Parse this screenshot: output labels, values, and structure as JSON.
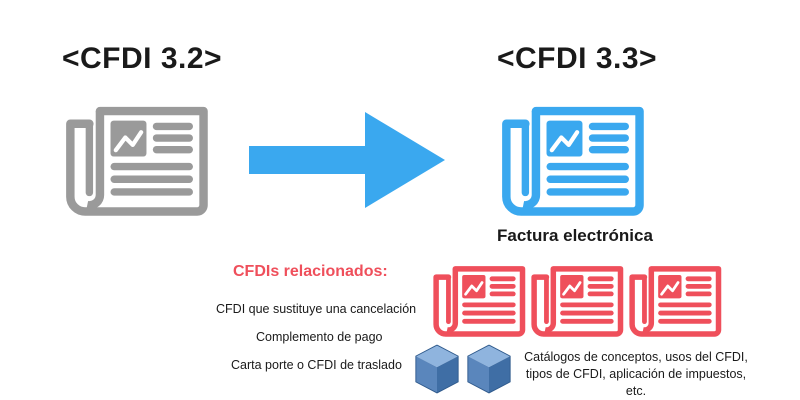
{
  "left": {
    "title": "<CFDI 3.2>"
  },
  "right": {
    "title": "<CFDI 3.3>",
    "subtitle": "Factura electrónica"
  },
  "related": {
    "title": "CFDIs relacionados:",
    "items": [
      "CFDI que sustituye una cancelación",
      "Complemento de pago",
      "Carta porte o CFDI de traslado"
    ]
  },
  "catalogs": {
    "lines": [
      "Catálogos de conceptos, usos del CFDI,",
      "tipos de CFDI, aplicación de impuestos,",
      "etc."
    ]
  },
  "colors": {
    "old_doc": "#9a9a9a",
    "new_doc": "#3aa8ef",
    "arrow": "#3aa8ef",
    "related_doc": "#ef4f5b",
    "related_title": "#ef4f5b",
    "cube": "#4f7fb5"
  },
  "icons": {
    "document": "newspaper-icon",
    "arrow": "right-arrow",
    "cube": "cube-icon"
  }
}
